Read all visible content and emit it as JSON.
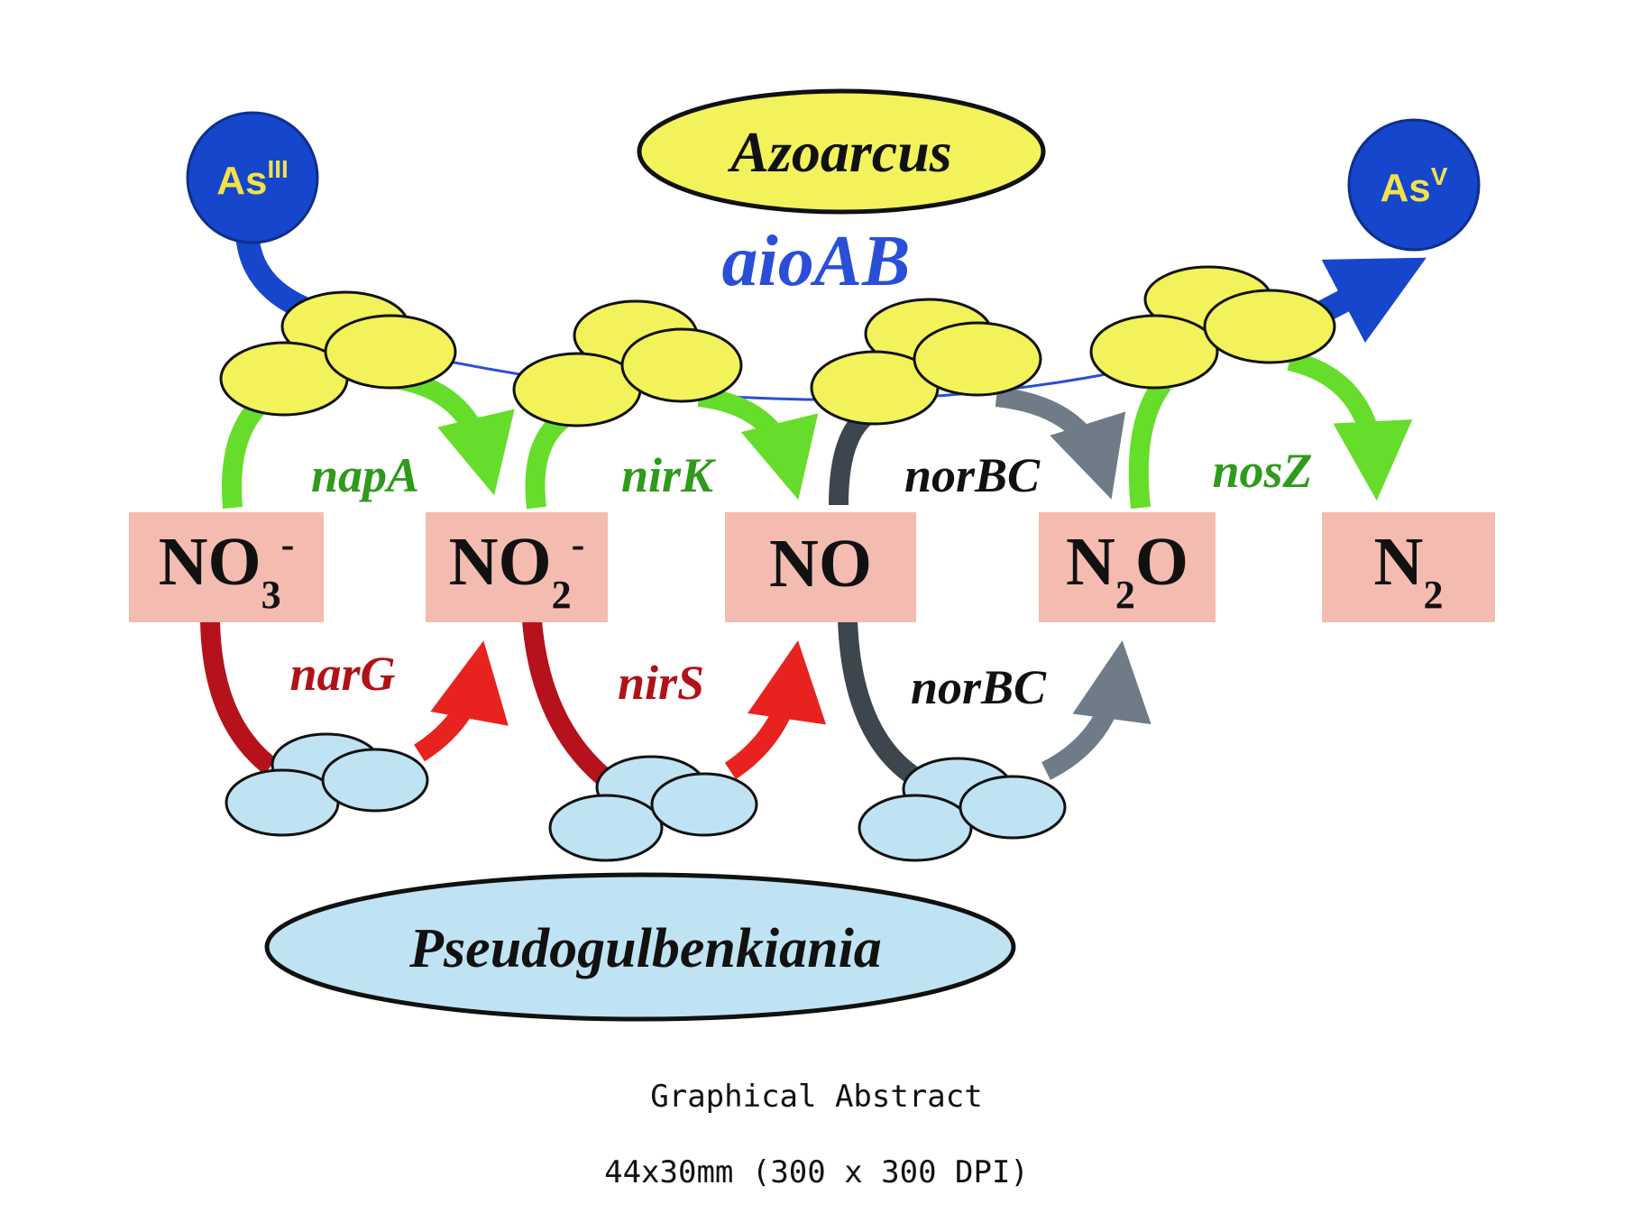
{
  "organisms": {
    "top": "Azoarcus",
    "bottom": "Pseudogulbenkiania"
  },
  "arsenic": {
    "left": {
      "base": "As",
      "sup": "III"
    },
    "right": {
      "base": "As",
      "sup": "V"
    },
    "gene": "aioAB"
  },
  "compounds": [
    {
      "base": "NO",
      "sub": "3",
      "sup": "-",
      "tail": ""
    },
    {
      "base": "NO",
      "sub": "2",
      "sup": "-",
      "tail": ""
    },
    {
      "base": "NO",
      "sub": "",
      "sup": "",
      "tail": ""
    },
    {
      "base": "N",
      "sub": "2",
      "sup": "",
      "tail": "O"
    },
    {
      "base": "N",
      "sub": "2",
      "sup": "",
      "tail": ""
    }
  ],
  "genes_top": [
    "napA",
    "nirK",
    "norBC",
    "nosZ"
  ],
  "genes_bottom": [
    "narG",
    "nirS",
    "norBC"
  ],
  "caption": {
    "title": "Graphical Abstract",
    "size": "44x30mm (300 x 300 DPI)"
  },
  "colors": {
    "yellow_cell": "#f2f25a",
    "blue_cell": "#bfe3f2",
    "compound_box": "#f4bcb0",
    "green_arrow": "#66dd2a",
    "red_arrow": "#e8231f",
    "dark_red_arrow": "#b5121b",
    "gray_arrow": "#6f7b86",
    "dark_gray_arrow": "#3d464f",
    "arsenic_blue": "#1546cc",
    "label_green": "#2f9a1c",
    "label_red": "#b01217",
    "label_blue": "#2a4fd6"
  }
}
